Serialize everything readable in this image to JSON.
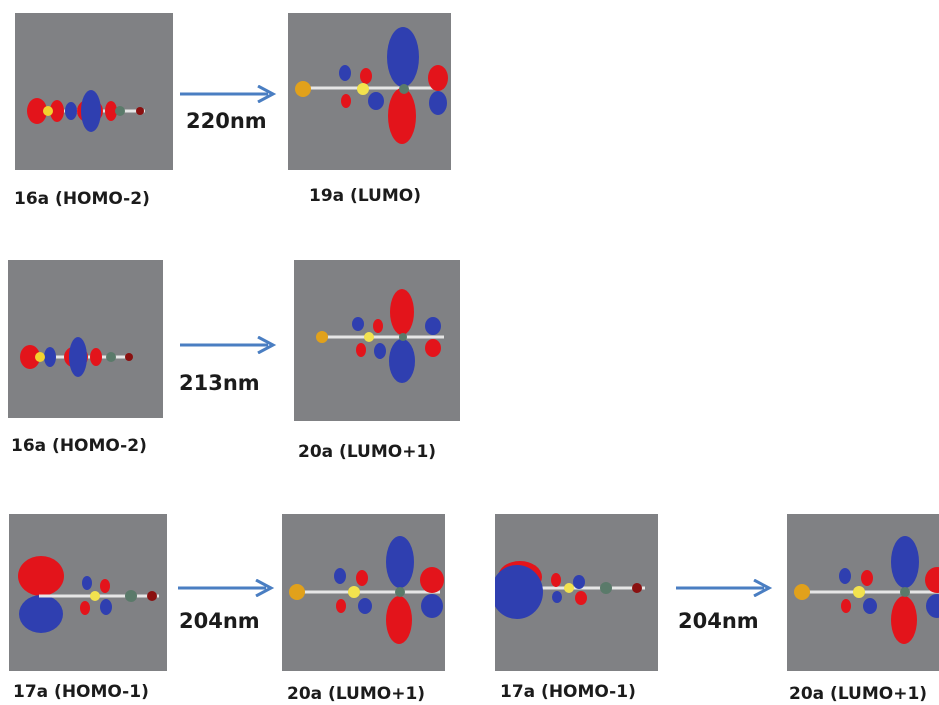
{
  "colors": {
    "panel": "#808184",
    "lobe_positive": "#e3141b",
    "lobe_negative": "#2f3fb0",
    "arrow": "#4a7ec2",
    "bond": "#e6e6e6"
  },
  "rows": [
    {
      "transitions": [
        {
          "from": "16a (HOMO-2)",
          "to": "19a (LUMO)",
          "wavelength": "220nm"
        }
      ]
    },
    {
      "transitions": [
        {
          "from": "16a (HOMO-2)",
          "to": "20a (LUMO+1)",
          "wavelength": "213nm"
        }
      ]
    },
    {
      "transitions": [
        {
          "from": "17a (HOMO-1)",
          "to": "20a (LUMO+1)",
          "wavelength": "204nm"
        },
        {
          "from": "17a (HOMO-1)",
          "to": "20a (LUMO+1)",
          "wavelength": "204nm"
        }
      ]
    }
  ]
}
